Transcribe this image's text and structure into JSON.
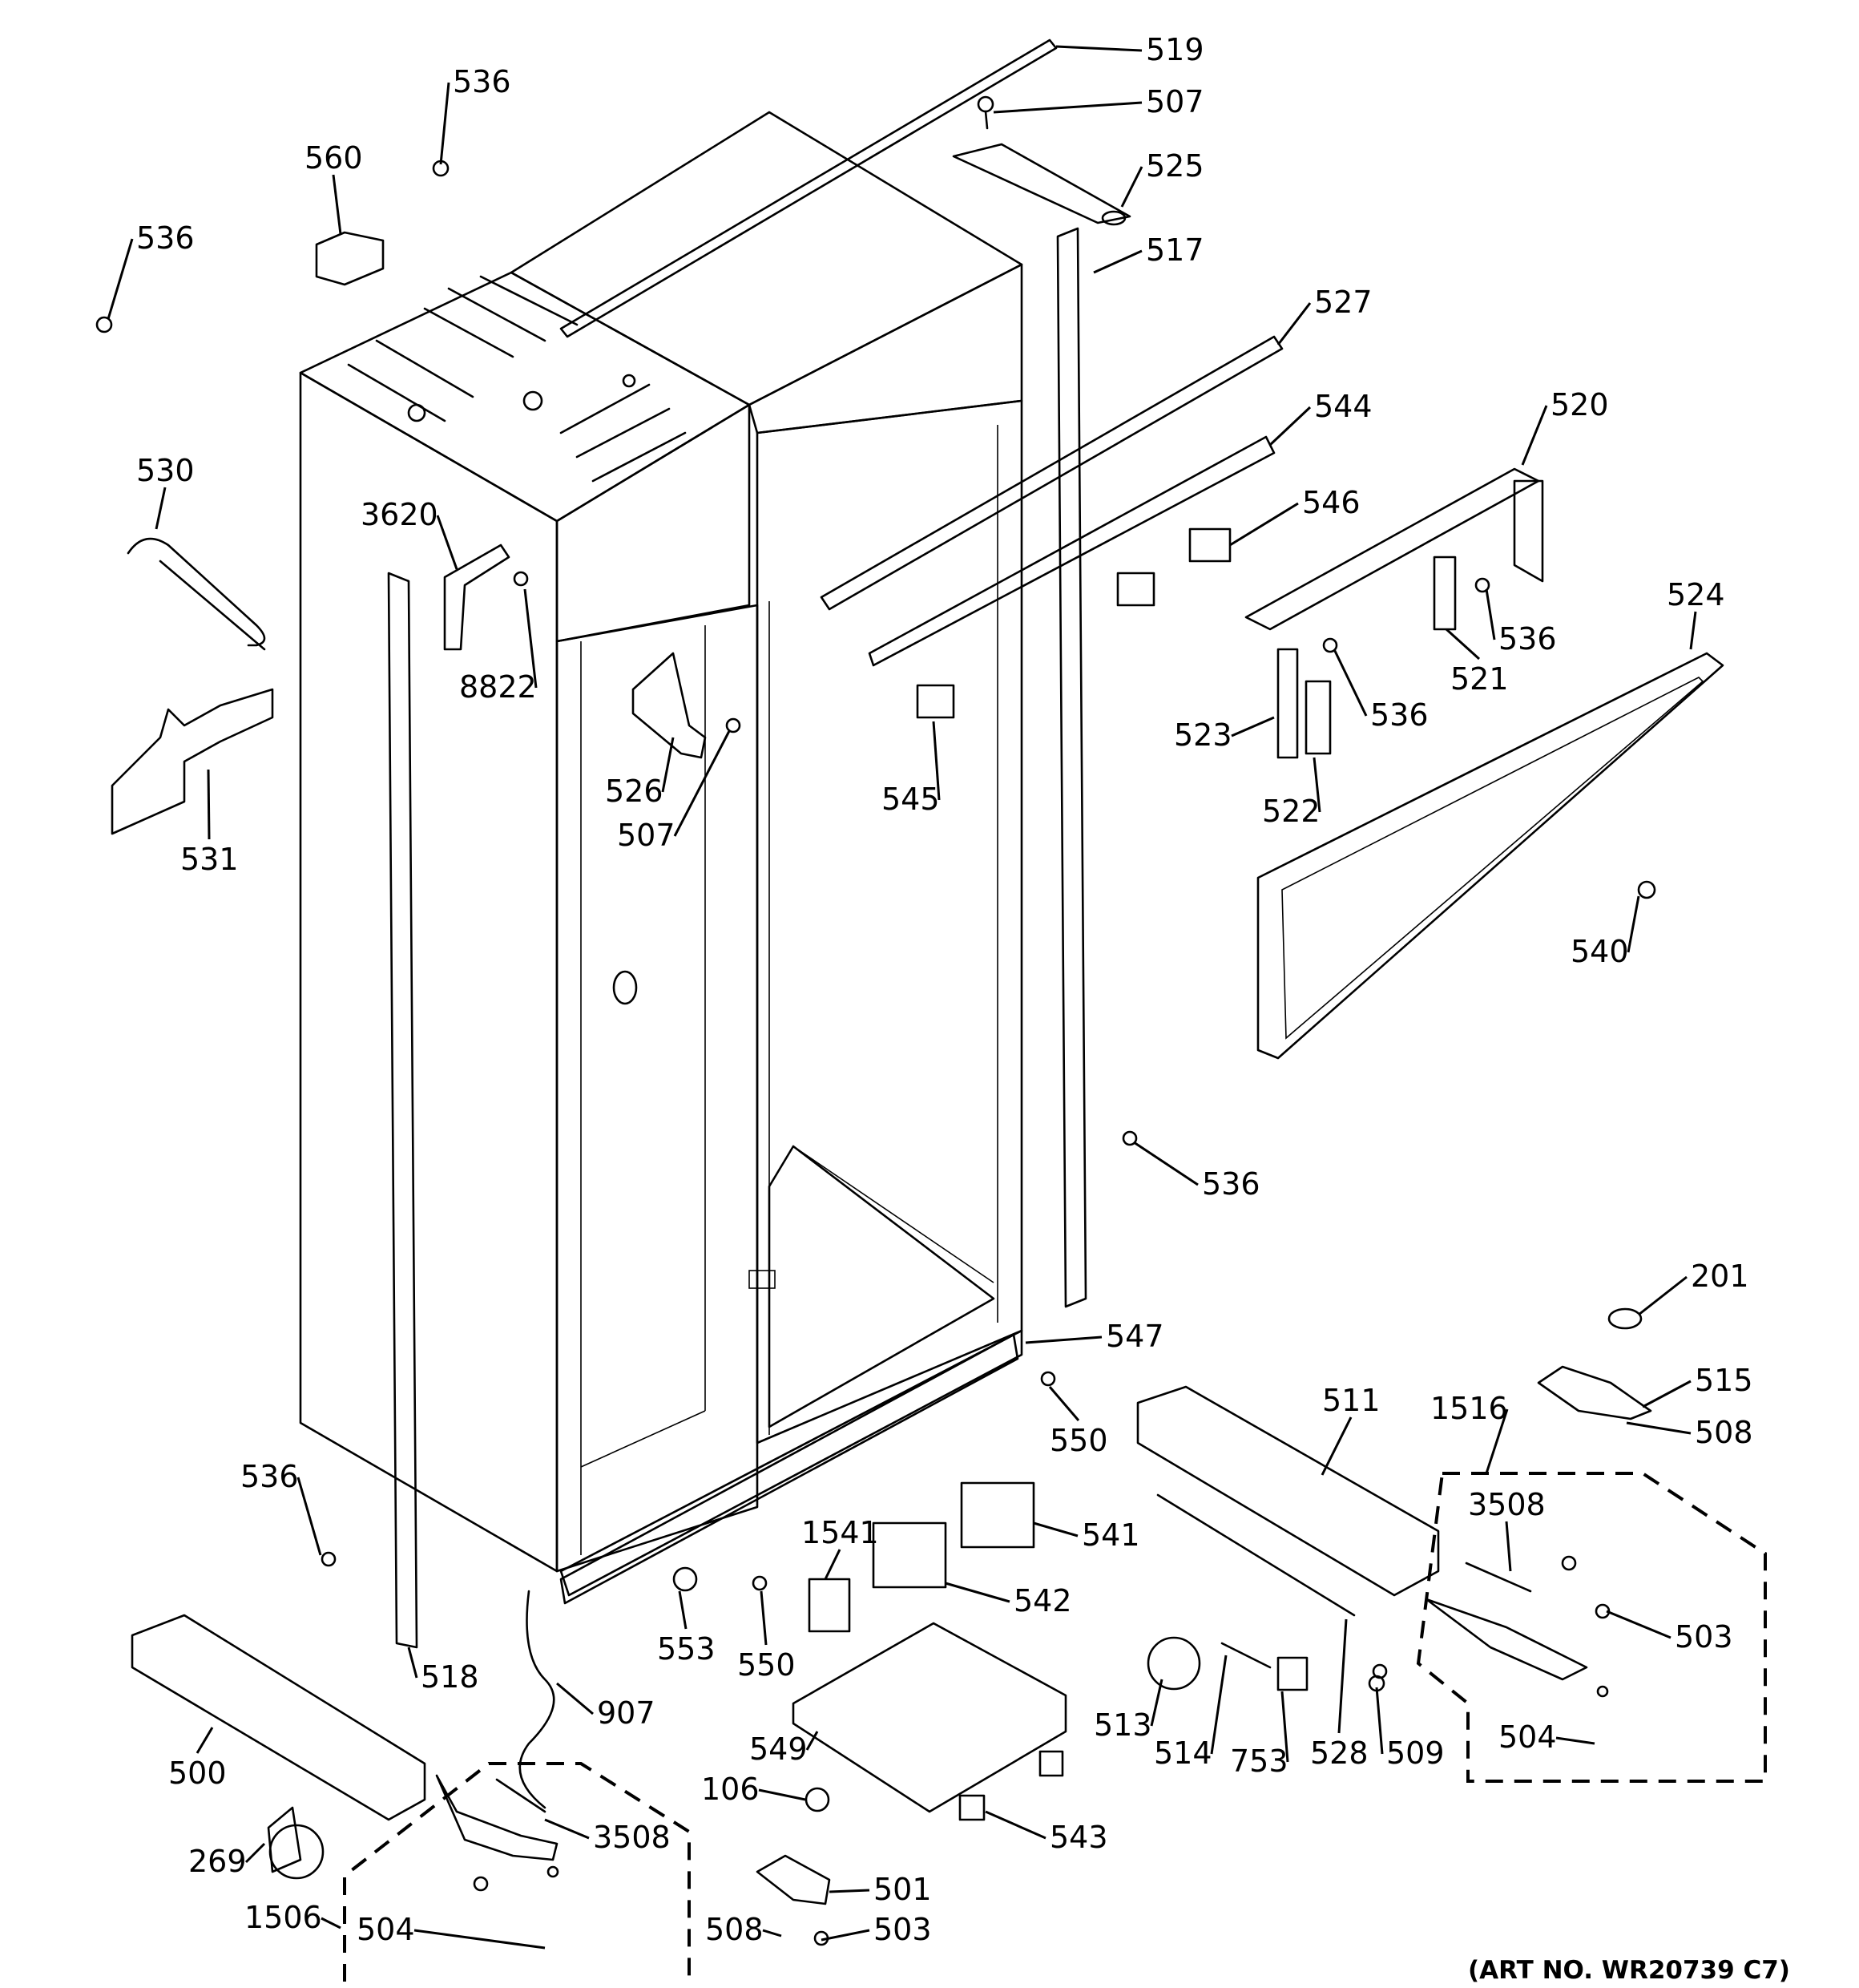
{
  "art_number": "(ART NO. WR20739 C7)",
  "labels": [
    {
      "id": "519",
      "text": "519"
    },
    {
      "id": "507a",
      "text": "507"
    },
    {
      "id": "536a",
      "text": "536"
    },
    {
      "id": "560",
      "text": "560"
    },
    {
      "id": "525",
      "text": "525"
    },
    {
      "id": "536b",
      "text": "536"
    },
    {
      "id": "517",
      "text": "517"
    },
    {
      "id": "527",
      "text": "527"
    },
    {
      "id": "544",
      "text": "544"
    },
    {
      "id": "520",
      "text": "520"
    },
    {
      "id": "530",
      "text": "530"
    },
    {
      "id": "3620",
      "text": "3620"
    },
    {
      "id": "546",
      "text": "546"
    },
    {
      "id": "524",
      "text": "524"
    },
    {
      "id": "536c",
      "text": "536"
    },
    {
      "id": "521",
      "text": "521"
    },
    {
      "id": "8822",
      "text": "8822"
    },
    {
      "id": "536d",
      "text": "536"
    },
    {
      "id": "523",
      "text": "523"
    },
    {
      "id": "526",
      "text": "526"
    },
    {
      "id": "545",
      "text": "545"
    },
    {
      "id": "522",
      "text": "522"
    },
    {
      "id": "507b",
      "text": "507"
    },
    {
      "id": "531",
      "text": "531"
    },
    {
      "id": "540",
      "text": "540"
    },
    {
      "id": "536e",
      "text": "536"
    },
    {
      "id": "201",
      "text": "201"
    },
    {
      "id": "547",
      "text": "547"
    },
    {
      "id": "515",
      "text": "515"
    },
    {
      "id": "511",
      "text": "511"
    },
    {
      "id": "1516",
      "text": "1516"
    },
    {
      "id": "550a",
      "text": "550"
    },
    {
      "id": "508a",
      "text": "508"
    },
    {
      "id": "536f",
      "text": "536"
    },
    {
      "id": "3508a",
      "text": "3508"
    },
    {
      "id": "1541",
      "text": "1541"
    },
    {
      "id": "541",
      "text": "541"
    },
    {
      "id": "542",
      "text": "542"
    },
    {
      "id": "503a",
      "text": "503"
    },
    {
      "id": "553",
      "text": "553"
    },
    {
      "id": "550b",
      "text": "550"
    },
    {
      "id": "518",
      "text": "518"
    },
    {
      "id": "907",
      "text": "907"
    },
    {
      "id": "513",
      "text": "513"
    },
    {
      "id": "514",
      "text": "514"
    },
    {
      "id": "753",
      "text": "753"
    },
    {
      "id": "528",
      "text": "528"
    },
    {
      "id": "509",
      "text": "509"
    },
    {
      "id": "504a",
      "text": "504"
    },
    {
      "id": "500",
      "text": "500"
    },
    {
      "id": "549",
      "text": "549"
    },
    {
      "id": "106",
      "text": "106"
    },
    {
      "id": "3508b",
      "text": "3508"
    },
    {
      "id": "543",
      "text": "543"
    },
    {
      "id": "269",
      "text": "269"
    },
    {
      "id": "501",
      "text": "501"
    },
    {
      "id": "1506",
      "text": "1506"
    },
    {
      "id": "504b",
      "text": "504"
    },
    {
      "id": "508b",
      "text": "508"
    },
    {
      "id": "503b",
      "text": "503"
    }
  ]
}
